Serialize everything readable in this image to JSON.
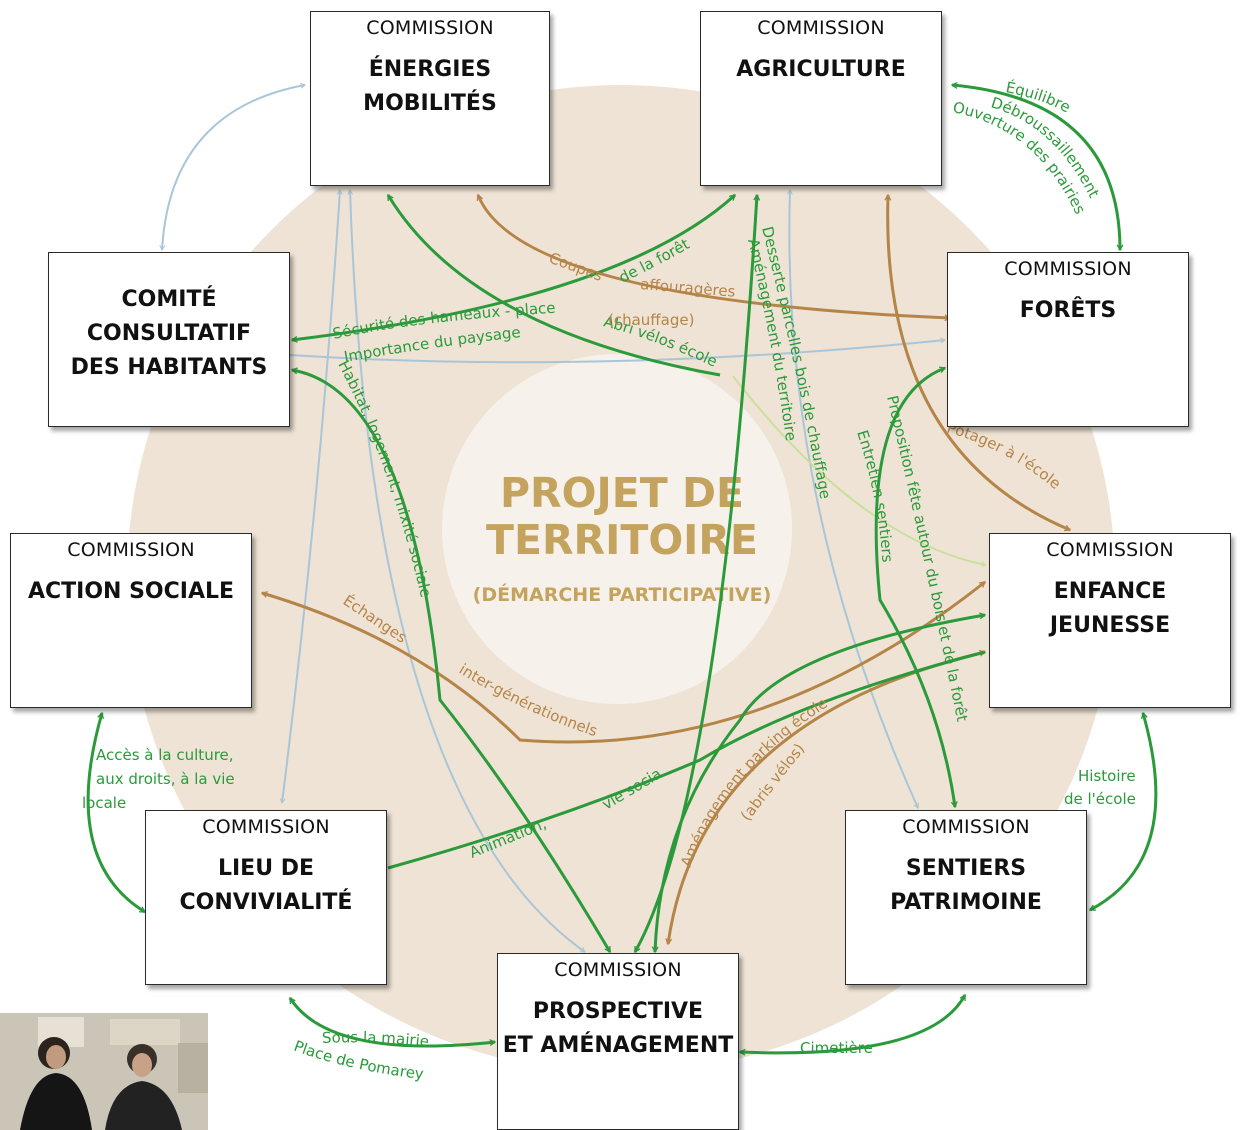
{
  "center": {
    "title_line1": "PROJET DE",
    "title_line2": "TERRITOIRE",
    "subtitle": "(DÉMARCHE PARTICIPATIVE)"
  },
  "boxes": {
    "energies": {
      "kind": "COMMISSION",
      "name": "ÉNERGIES\nMOBILITÉS"
    },
    "agriculture": {
      "kind": "COMMISSION",
      "name": "AGRICULTURE"
    },
    "comite": {
      "name": "COMITÉ\nCONSULTATIF\nDES HABITANTS"
    },
    "forets": {
      "kind": "COMMISSION",
      "name": "FORÊTS"
    },
    "action_sociale": {
      "kind": "COMMISSION",
      "name": "ACTION SOCIALE"
    },
    "enfance": {
      "kind": "COMMISSION",
      "name": "ENFANCE\nJEUNESSE"
    },
    "lieu": {
      "kind": "COMMISSION",
      "name": "LIEU DE\nCONVIVIALITÉ"
    },
    "sentiers": {
      "kind": "COMMISSION",
      "name": "SENTIERS\nPATRIMOINE"
    },
    "prospective": {
      "kind": "COMMISSION",
      "name": "PROSPECTIVE\nET AMÉNAGEMENT"
    }
  },
  "labels": {
    "equilibre": "Équilibre",
    "debroussaillement": "Débroussaillement",
    "ouverture": "Ouverture des prairies",
    "coupes": "Coupes",
    "de_la_foret": "de la forêt",
    "affouageres": "affouragères",
    "chauffage": "(chauffage)",
    "securite": "Sécurité des hameaux - place",
    "paysage": "Importance du paysage",
    "abri_velos": "Abri vélos école",
    "desserte": "Desserte parcelles bois de chauffage",
    "amenagement_territoire": "Aménagement du territoire",
    "habitat": "Habitat, logement, mixité sociale",
    "potager": "Potager à l'école",
    "proposition_fete": "Proposition fête autour du bois et de la forêt",
    "entretien": "Entretien sentiers",
    "echanges": "Échanges",
    "intergen": "inter-générationnels",
    "parking": "Aménagement parking école",
    "abris_velos": "(abris vélos)",
    "animation": "Animation,",
    "vie_sociale": "vie sociale",
    "culture_1": "Accès à la culture,",
    "culture_2": "aux droits, à la vie",
    "culture_3": "locale",
    "histoire_1": "Histoire",
    "histoire_2": "de l'école",
    "sous_mairie": "Sous la mairie",
    "pomarey": "Place de Pomarey",
    "cimetiere": "Cimetière"
  },
  "colors": {
    "green": "#2a9a3a",
    "brown": "#b58548",
    "light_blue": "#a9c6d8",
    "light_green": "#c9e09c",
    "gold": "#c4a35f",
    "disc": "#efe3d5",
    "inner_disc": "#f6f1ea"
  },
  "photo": {
    "kind": "photograph"
  }
}
